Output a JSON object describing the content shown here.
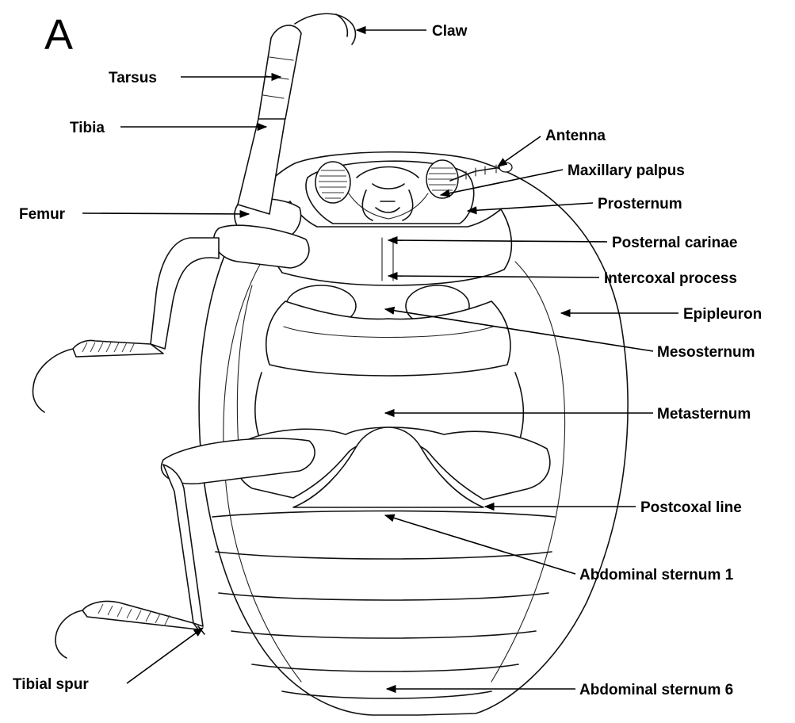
{
  "panel_letter": "A",
  "labels": {
    "claw": "Claw",
    "tarsus": "Tarsus",
    "tibia": "Tibia",
    "antenna": "Antenna",
    "maxillary_palpus": "Maxillary palpus",
    "femur": "Femur",
    "prosternum": "Prosternum",
    "posternal_carinae": "Posternal carinae",
    "intercoxal_process": "Intercoxal process",
    "epipleuron": "Epipleuron",
    "mesosternum": "Mesosternum",
    "metasternum": "Metasternum",
    "postcoxal_line": "Postcoxal line",
    "abdominal_sternum_1": "Abdominal sternum 1",
    "tibial_spur": "Tibial spur",
    "abdominal_sternum_6": "Abdominal sternum 6"
  },
  "colors": {
    "ink": "#111111",
    "background": "#ffffff"
  }
}
